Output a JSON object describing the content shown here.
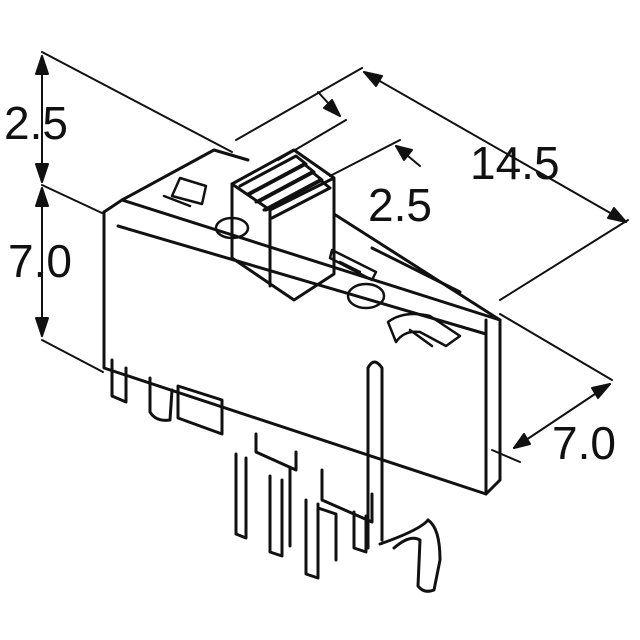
{
  "dimensions": {
    "knob_height": "2.5",
    "body_height": "7.0",
    "knob_width": "2.5",
    "body_length": "14.5",
    "body_depth": "7.0"
  },
  "colors": {
    "line": "#111111",
    "background": "#ffffff"
  }
}
